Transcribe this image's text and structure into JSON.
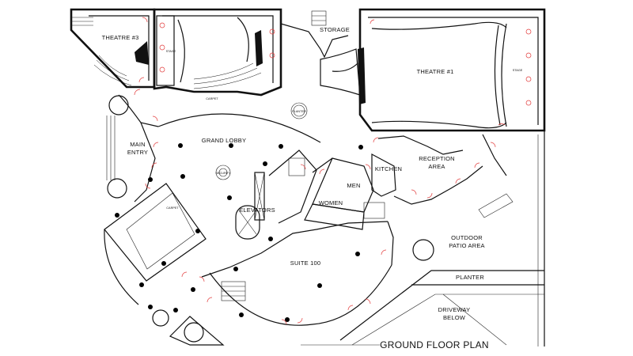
{
  "plan": {
    "title": "GROUND FLOOR PLAN",
    "rooms": {
      "theatre3": "THEATRE #3",
      "theatre1": "THEATRE #1",
      "storage": "STORAGE",
      "stage_left": "STAGE",
      "stage_right": "STAGE",
      "main_entry_1": "MAIN",
      "main_entry_2": "ENTRY",
      "grand_lobby": "GRAND LOBBY",
      "planter_round": "PLANTER",
      "carpet_top": "CARPET",
      "carpet_lobby": "CARPET",
      "security": "SECURITY",
      "elevators": "ELEVATORS",
      "kitchen": "KITCHEN",
      "reception_1": "RECEPTION",
      "reception_2": "AREA",
      "men": "MEN",
      "women": "WOMEN",
      "suite": "SUITE 100",
      "outdoor_1": "OUTDOOR",
      "outdoor_2": "PATIO AREA",
      "planter": "PLANTER",
      "driveway_1": "DRIVEWAY",
      "driveway_2": "BELOW"
    }
  }
}
